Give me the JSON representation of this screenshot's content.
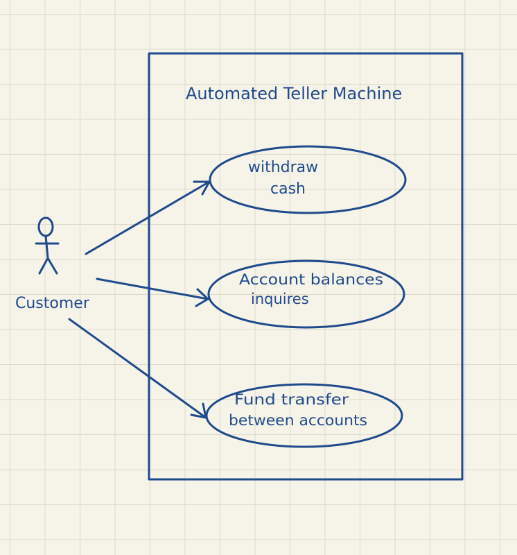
{
  "diagram": {
    "system_title": "Automated Teller Machine",
    "actor_label": "Customer",
    "use_cases": [
      {
        "line1": "withdraw",
        "line2": "cash"
      },
      {
        "line1": "Account balances",
        "line2": "inquires"
      },
      {
        "line1": "Fund transfer",
        "line2": "between accounts"
      }
    ],
    "ink_color": "#1f4a8c",
    "paper_color": "#f6f3e8",
    "grid_color": "#dcdacb"
  }
}
